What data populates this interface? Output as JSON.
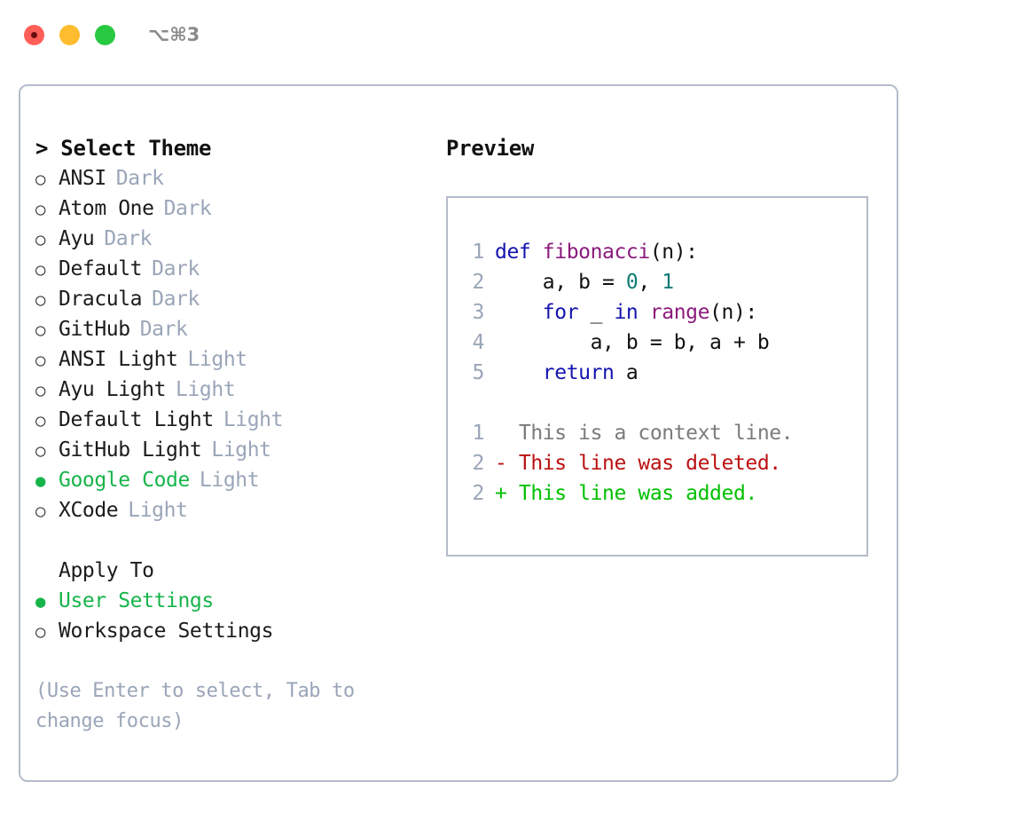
{
  "titlebar": {
    "shortcut": "⌥⌘3",
    "buttons": [
      {
        "name": "close",
        "color": "#FF5F57"
      },
      {
        "name": "minimize",
        "color": "#FEBC2E"
      },
      {
        "name": "zoom",
        "color": "#28C840"
      }
    ]
  },
  "theme_panel": {
    "header": "> Select Theme",
    "options": [
      {
        "bullet": "○",
        "label": "ANSI",
        "tag": "Dark",
        "selected": false
      },
      {
        "bullet": "○",
        "label": "Atom One",
        "tag": "Dark",
        "selected": false
      },
      {
        "bullet": "○",
        "label": "Ayu",
        "tag": "Dark",
        "selected": false
      },
      {
        "bullet": "○",
        "label": "Default",
        "tag": "Dark",
        "selected": false
      },
      {
        "bullet": "○",
        "label": "Dracula",
        "tag": "Dark",
        "selected": false
      },
      {
        "bullet": "○",
        "label": "GitHub",
        "tag": "Dark",
        "selected": false
      },
      {
        "bullet": "○",
        "label": "ANSI Light",
        "tag": "Light",
        "selected": false
      },
      {
        "bullet": "○",
        "label": "Ayu Light",
        "tag": "Light",
        "selected": false
      },
      {
        "bullet": "○",
        "label": "Default Light",
        "tag": "Light",
        "selected": false
      },
      {
        "bullet": "○",
        "label": "GitHub Light",
        "tag": "Light",
        "selected": false
      },
      {
        "bullet": "●",
        "label": "Google Code",
        "tag": "Light",
        "selected": true
      },
      {
        "bullet": "○",
        "label": "XCode",
        "tag": "Light",
        "selected": false
      }
    ]
  },
  "apply_to": {
    "title": "Apply To",
    "options": [
      {
        "bullet": "●",
        "label": "User Settings",
        "selected": true
      },
      {
        "bullet": "○",
        "label": "Workspace Settings",
        "selected": false
      }
    ]
  },
  "hint": "(Use Enter to select, Tab to change focus)",
  "preview": {
    "title": "Preview",
    "code_lines": [
      {
        "no": "1",
        "tokens": [
          {
            "t": "def ",
            "c": "kw"
          },
          {
            "t": "fibonacci",
            "c": "fn"
          },
          {
            "t": "(n):",
            "c": "pl"
          }
        ]
      },
      {
        "no": "2",
        "tokens": [
          {
            "t": "    a, b = ",
            "c": "pl"
          },
          {
            "t": "0",
            "c": "num"
          },
          {
            "t": ", ",
            "c": "pl"
          },
          {
            "t": "1",
            "c": "num"
          }
        ]
      },
      {
        "no": "3",
        "tokens": [
          {
            "t": "    ",
            "c": "pl"
          },
          {
            "t": "for",
            "c": "kw"
          },
          {
            "t": " _ ",
            "c": "pl"
          },
          {
            "t": "in",
            "c": "kw"
          },
          {
            "t": " ",
            "c": "pl"
          },
          {
            "t": "range",
            "c": "fn"
          },
          {
            "t": "(n):",
            "c": "pl"
          }
        ]
      },
      {
        "no": "4",
        "tokens": [
          {
            "t": "        a, b = b, a + b",
            "c": "pl"
          }
        ]
      },
      {
        "no": "5",
        "tokens": [
          {
            "t": "    ",
            "c": "pl"
          },
          {
            "t": "return",
            "c": "kw"
          },
          {
            "t": " a",
            "c": "pl"
          }
        ]
      }
    ],
    "diff_lines": [
      {
        "no": "1",
        "text": "  This is a context line.",
        "kind": "ctx"
      },
      {
        "no": "2",
        "text": "- This line was deleted.",
        "kind": "del"
      },
      {
        "no": "2",
        "text": "+ This line was added.",
        "kind": "add"
      }
    ]
  },
  "colors": {
    "accent_green": "#17b44a",
    "muted": "#9aa5b8",
    "border": "#b4bcca",
    "keyword": "#1414b0",
    "function": "#8c1a7d",
    "number": "#0f7b75",
    "diff_context": "#7b7b7b",
    "diff_deleted": "#bb1111",
    "diff_added": "#00c000"
  }
}
